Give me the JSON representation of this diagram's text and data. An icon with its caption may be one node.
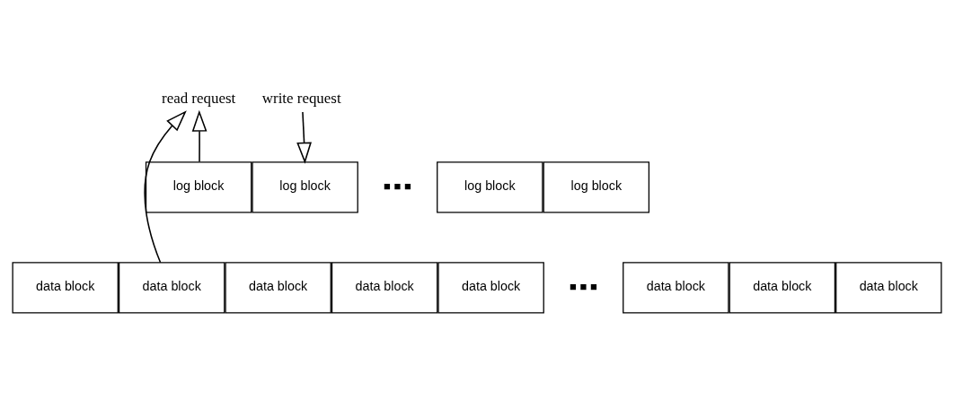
{
  "diagram": {
    "nodes": [
      {
        "text": [
          "read request"
        ]
      },
      {
        "text": [
          "write request"
        ]
      },
      {
        "text": [
          "log block"
        ]
      },
      {
        "text": [
          "log block"
        ]
      },
      {
        "text": [
          "log block"
        ]
      },
      {
        "text": [
          "log block"
        ]
      },
      {
        "text": [
          "data block"
        ]
      },
      {
        "text": [
          "data block"
        ]
      },
      {
        "text": [
          "data block"
        ]
      },
      {
        "text": [
          "data block"
        ]
      },
      {
        "text": [
          "data block"
        ]
      },
      {
        "text": [
          "data block"
        ]
      },
      {
        "text": [
          "data block"
        ]
      },
      {
        "text": [
          "data block"
        ]
      }
    ],
    "edges": [
      {
        "from": 7,
        "to": 0,
        "arrow": "to"
      },
      {
        "from": 2,
        "to": 0,
        "arrow": "to"
      },
      {
        "from": 1,
        "to": 3,
        "arrow": "to"
      }
    ],
    "labels": [
      "■ ■ ■",
      "■ ■ ■"
    ]
  }
}
